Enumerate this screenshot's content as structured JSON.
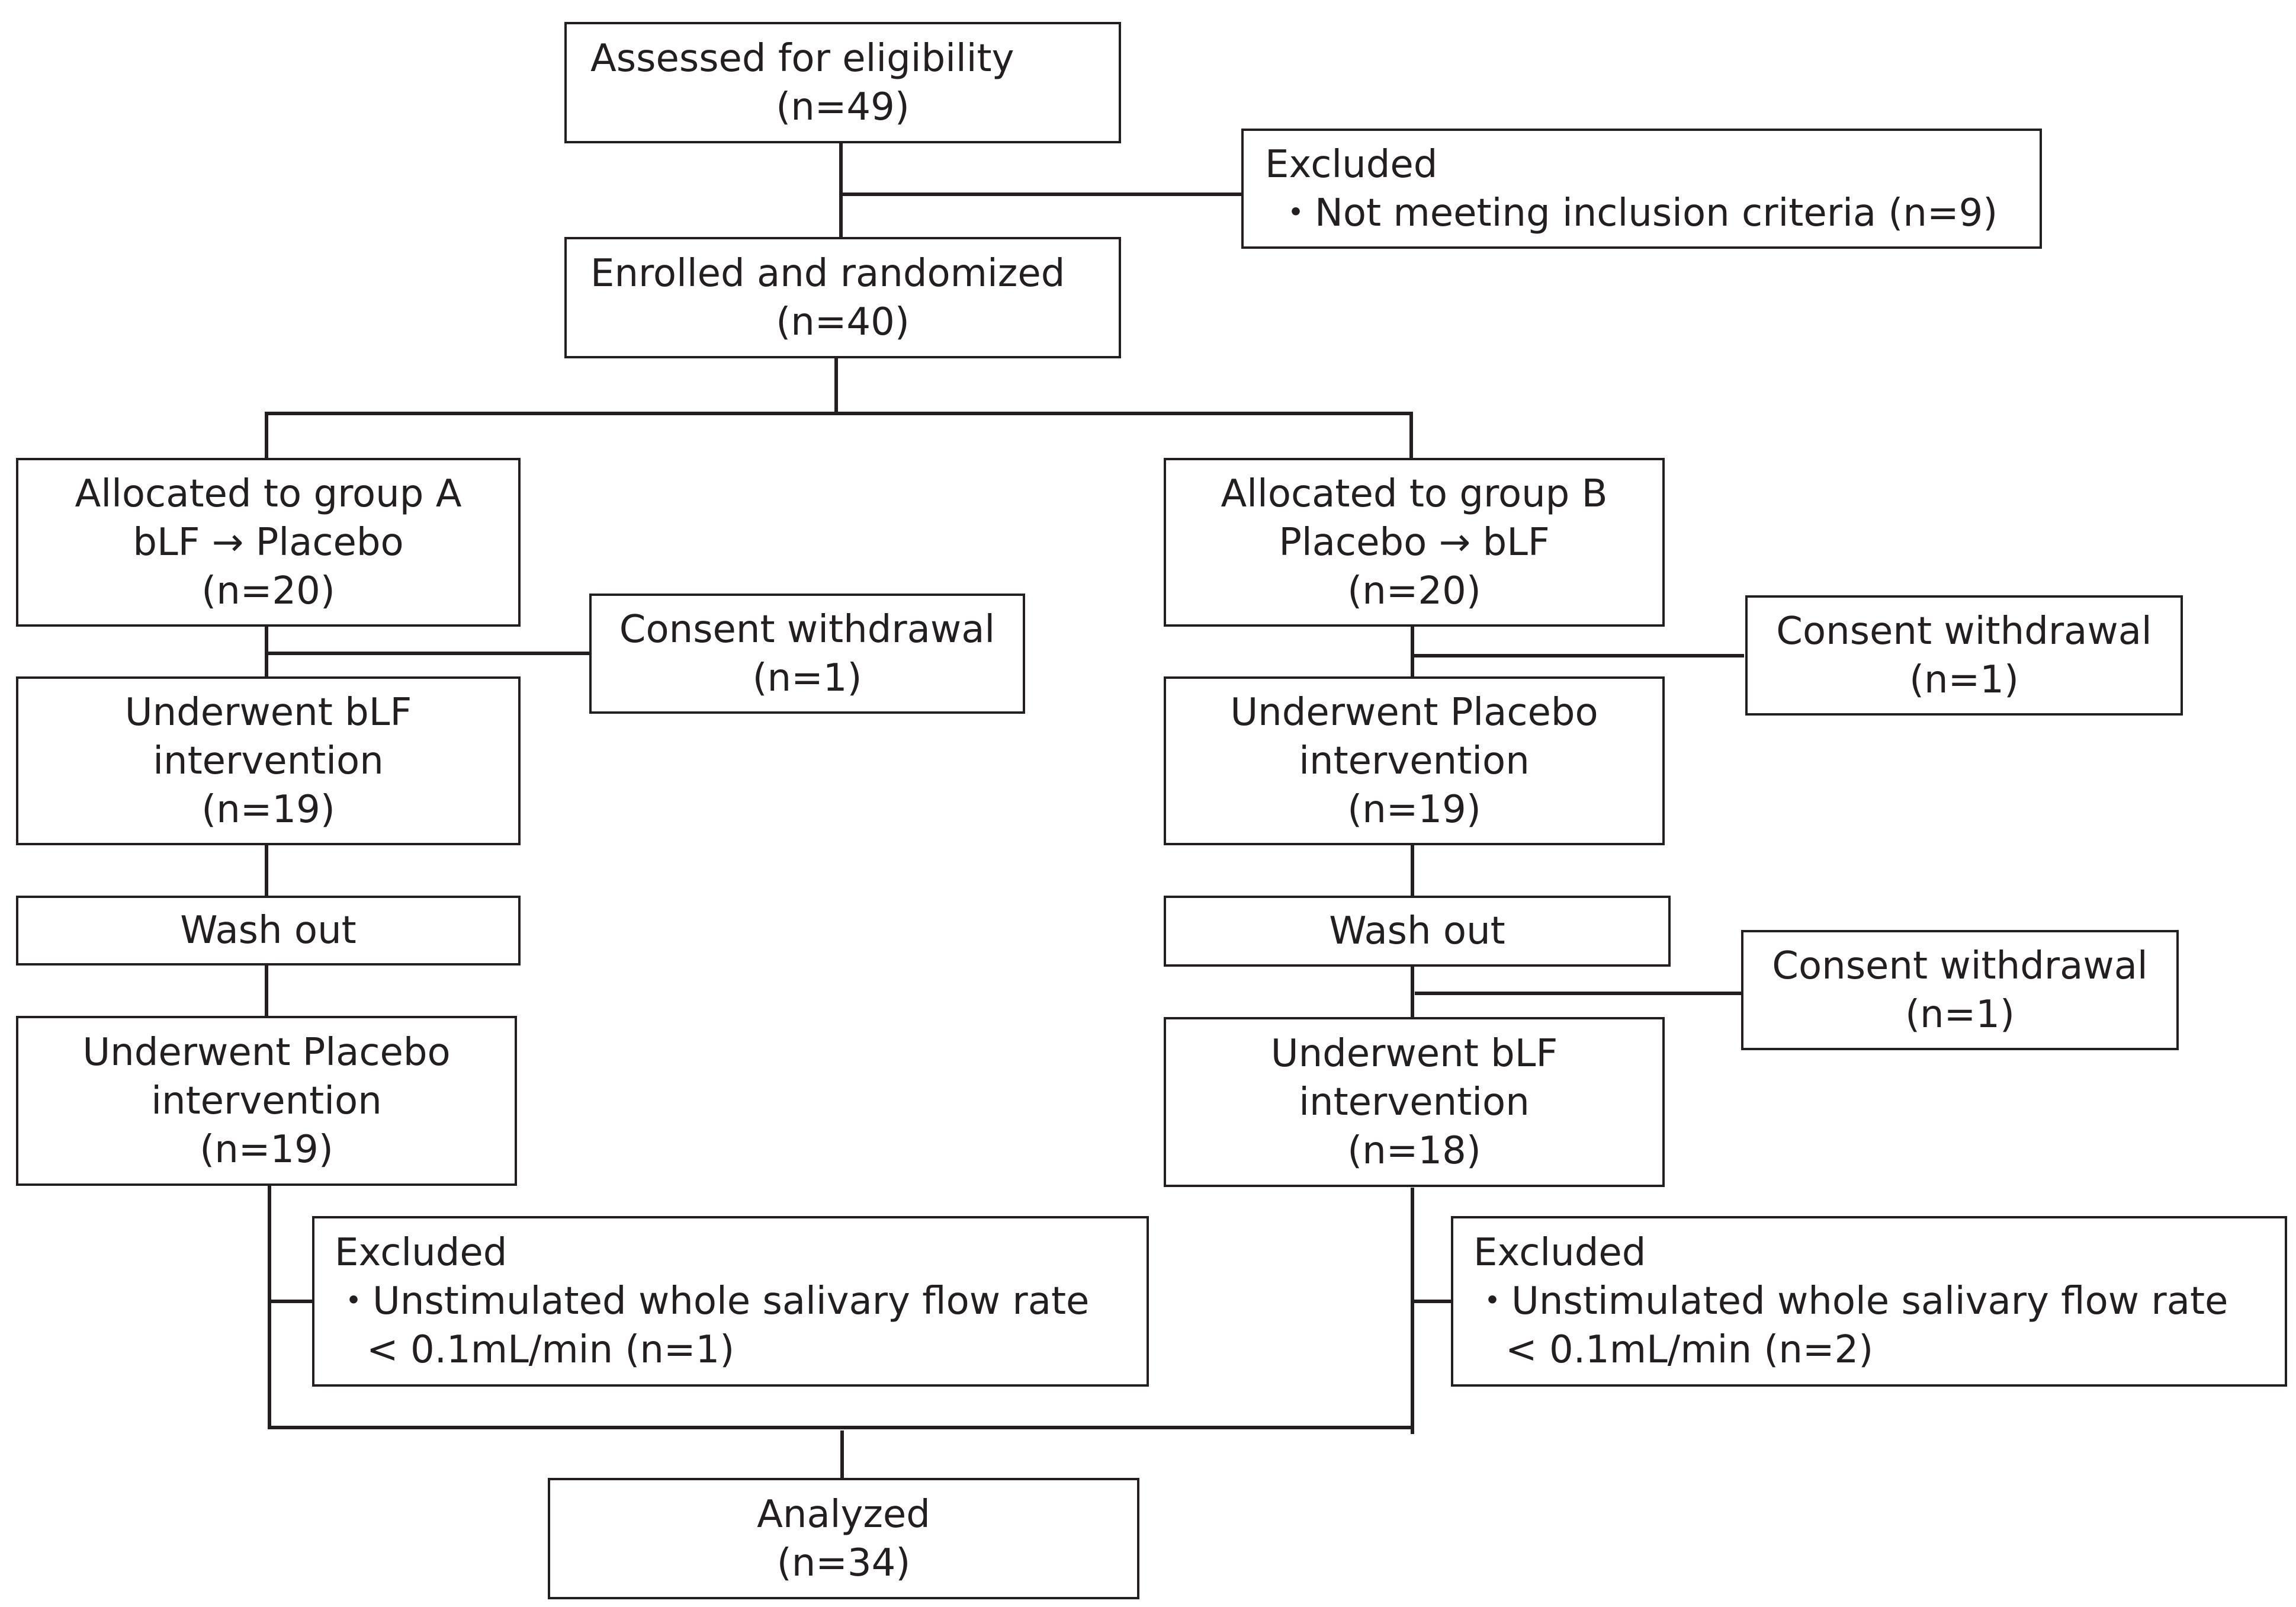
{
  "assessed": {
    "title": "Assessed for eligibility",
    "n": "(n=49)"
  },
  "excluded_top": {
    "title": "Excluded",
    "item": "・Not meeting inclusion criteria (n=9)"
  },
  "enrolled": {
    "title": "Enrolled and randomized",
    "n": "(n=40)"
  },
  "group_a": {
    "allocated": {
      "title": "Allocated to group A",
      "sequence": "bLF →  Placebo",
      "n": "(n=20)"
    },
    "withdrawal": {
      "title": "Consent withdrawal",
      "n": "(n=1)"
    },
    "first": {
      "title": "Underwent bLF",
      "sub": "intervention",
      "n": "(n=19)"
    },
    "washout": "Wash out",
    "second": {
      "title": "Underwent Placebo",
      "sub": "intervention",
      "n": "(n=19)"
    },
    "excluded": {
      "title": "Excluded",
      "item1": "・Unstimulated whole salivary flow rate",
      "item2": "< 0.1mL/min (n=1)"
    }
  },
  "group_b": {
    "allocated": {
      "title": "Allocated to group B",
      "sequence": "Placebo → bLF",
      "n": "(n=20)"
    },
    "withdrawal1": {
      "title": "Consent withdrawal",
      "n": "(n=1)"
    },
    "first": {
      "title": "Underwent Placebo",
      "sub": "intervention",
      "n": "(n=19)"
    },
    "washout": "Wash out",
    "withdrawal2": {
      "title": "Consent withdrawal",
      "n": "(n=1)"
    },
    "second": {
      "title": "Underwent bLF",
      "sub": "intervention",
      "n": "(n=18)"
    },
    "excluded": {
      "title": "Excluded",
      "item1": "・Unstimulated whole salivary flow rate",
      "item2": "< 0.1mL/min (n=2)"
    }
  },
  "analyzed": {
    "title": "Analyzed",
    "n": "(n=34)"
  }
}
